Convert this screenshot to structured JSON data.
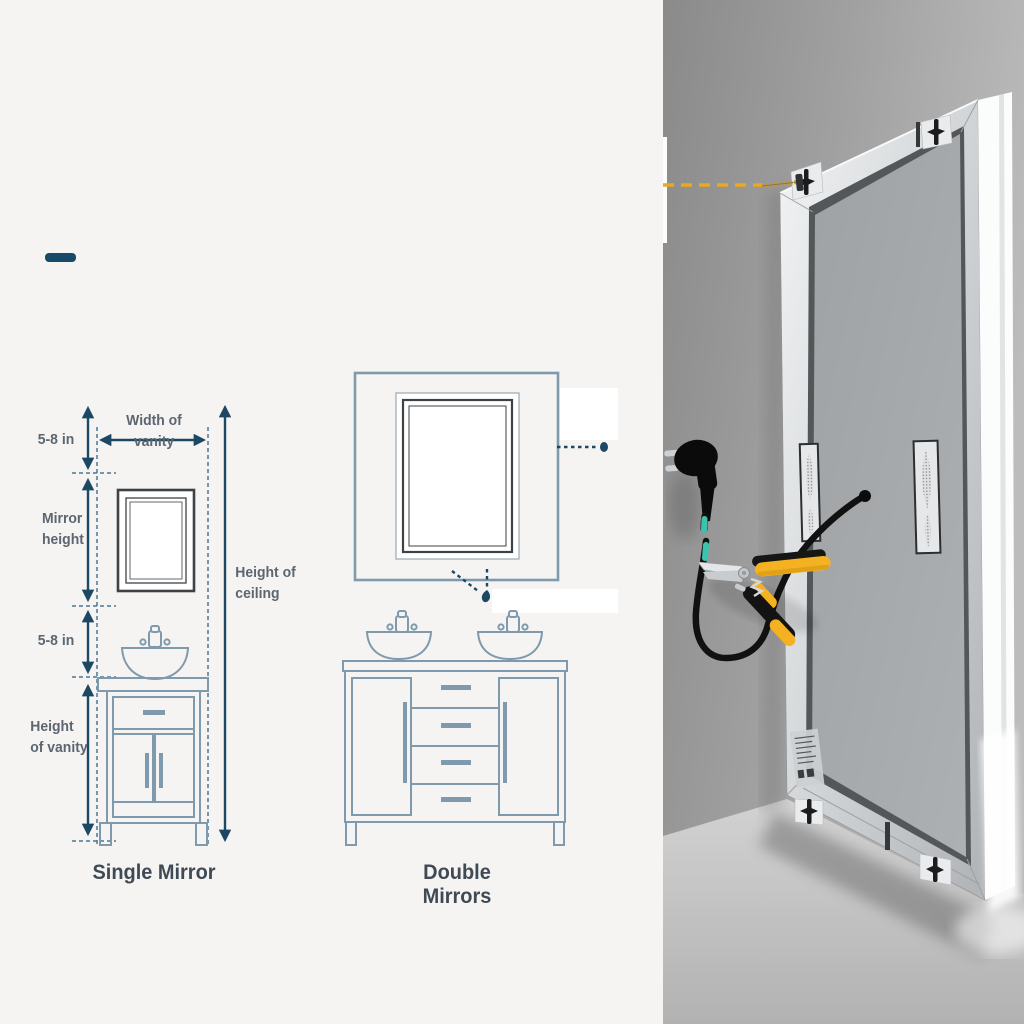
{
  "page": {
    "background_left": "#f5f4f2"
  },
  "guide": {
    "colors": {
      "arrow_navy": "#1d4863",
      "dash_blue": "#4d7795",
      "furniture_stroke": "#7e9aac",
      "label_text": "#5c6670",
      "caption_text": "#3f4a55",
      "mirror_stroke": "#3f4245",
      "accent_dash": "#164a68"
    },
    "single": {
      "caption": "Single Mirror",
      "labels": {
        "top_gap": "5-8 in",
        "vanity_width": "Width of vanity",
        "mirror_height": "Mirror height",
        "ceiling_height": "Height of ceiling",
        "bottom_gap": "5-8 in",
        "vanity_height": "Height of vanity"
      }
    },
    "double": {
      "caption": "Double Mirrors"
    }
  },
  "photo": {
    "colors": {
      "wall_gray": "#a0a0a0",
      "floor_gray": "#c7c7c7",
      "hanging_line_yellow": "#eaa81f",
      "tool_yellow": "#f4b223",
      "cable_black": "#111111",
      "tape_teal": "#3cc3ad",
      "frame_silver": "#d9dcde",
      "back_panel_gray": "#a6a9ab",
      "led_edge_white": "#fbfcfc"
    }
  }
}
